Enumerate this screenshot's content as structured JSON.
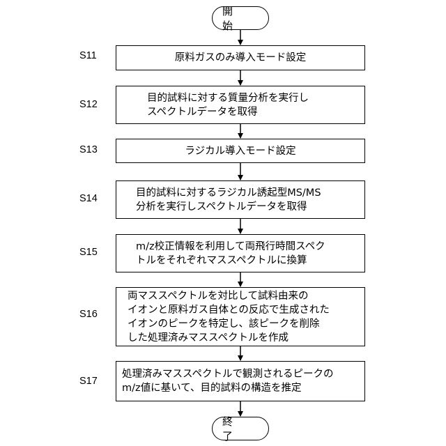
{
  "start": {
    "label": "開　始"
  },
  "end": {
    "label": "終　了"
  },
  "steps": [
    {
      "id": "S11",
      "text": "原料ガスのみ導入モード設定"
    },
    {
      "id": "S12",
      "text": "目的試料に対する質量分析を実行し\nスペクトルデータを取得"
    },
    {
      "id": "S13",
      "text": "ラジカル導入モード設定"
    },
    {
      "id": "S14",
      "text": "目的試料に対するラジカル誘起型MS/MS\n分析を実行しスペクトルデータを取得"
    },
    {
      "id": "S15",
      "text": "m/z校正情報を利用して両飛行時間スペク\nトルをそれぞれマススペクトルに換算"
    },
    {
      "id": "S16",
      "text": "両マススペクトルを対比して試料由来の\nイオンと原料ガス自体との反応で生成された\nイオンのピークを特定し、該ピークを削除\nした処理済みマススペクトルを作成"
    },
    {
      "id": "S17",
      "text": "処理済みマススペクトルで観測されるピークの\nm/z値に基いて、目的試料の構造を推定"
    }
  ]
}
